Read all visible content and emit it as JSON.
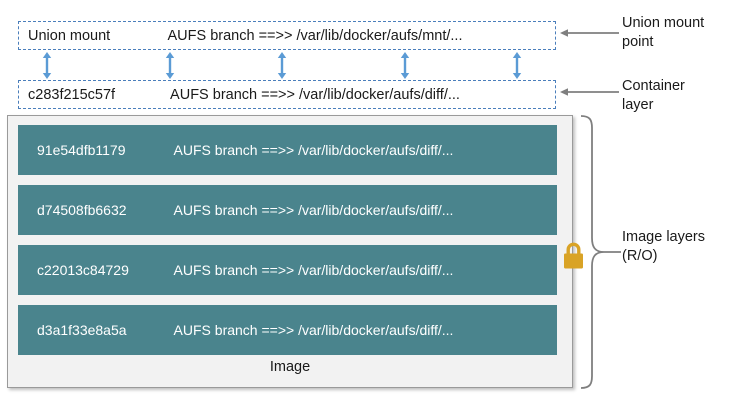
{
  "diagram": {
    "title": "Docker AUFS storage driver layer diagram",
    "colors": {
      "layer_fill": "#4A848D",
      "dashed_border": "#4A7EBB",
      "arrow_blue": "#5B9BD5",
      "container_fill": "#F2F2F2",
      "container_border": "#9A9A9A",
      "lock_gold": "#D9A326",
      "callout_gray": "#7F7F7F",
      "text_dark": "#1A1A1A",
      "text_light": "#FFFFFF"
    }
  },
  "union_mount": {
    "id": "Union mount",
    "branch": "AUFS branch ==>> /var/lib/docker/aufs/mnt/...",
    "callout": "Union mount\npoint"
  },
  "container_layer": {
    "id": "c283f215c57f",
    "branch": "AUFS branch ==>> /var/lib/docker/aufs/diff/...",
    "callout": "Container\nlayer"
  },
  "image": {
    "caption": "Image",
    "callout": "Image layers\n(R/O)",
    "lock_icon": "lock-icon",
    "layers": [
      {
        "id": "91e54dfb1179",
        "branch": "AUFS branch ==>> /var/lib/docker/aufs/diff/..."
      },
      {
        "id": "d74508fb6632",
        "branch": "AUFS branch ==>> /var/lib/docker/aufs/diff/..."
      },
      {
        "id": "c22013c84729",
        "branch": "AUFS branch ==>> /var/lib/docker/aufs/diff/..."
      },
      {
        "id": "d3a1f33e8a5a",
        "branch": "AUFS branch ==>> /var/lib/docker/aufs/diff/..."
      }
    ]
  },
  "connectors": {
    "double_arrow_icon": "double-arrow-vertical-icon",
    "count": 5,
    "positions": [
      47,
      170,
      282,
      405,
      517
    ]
  }
}
